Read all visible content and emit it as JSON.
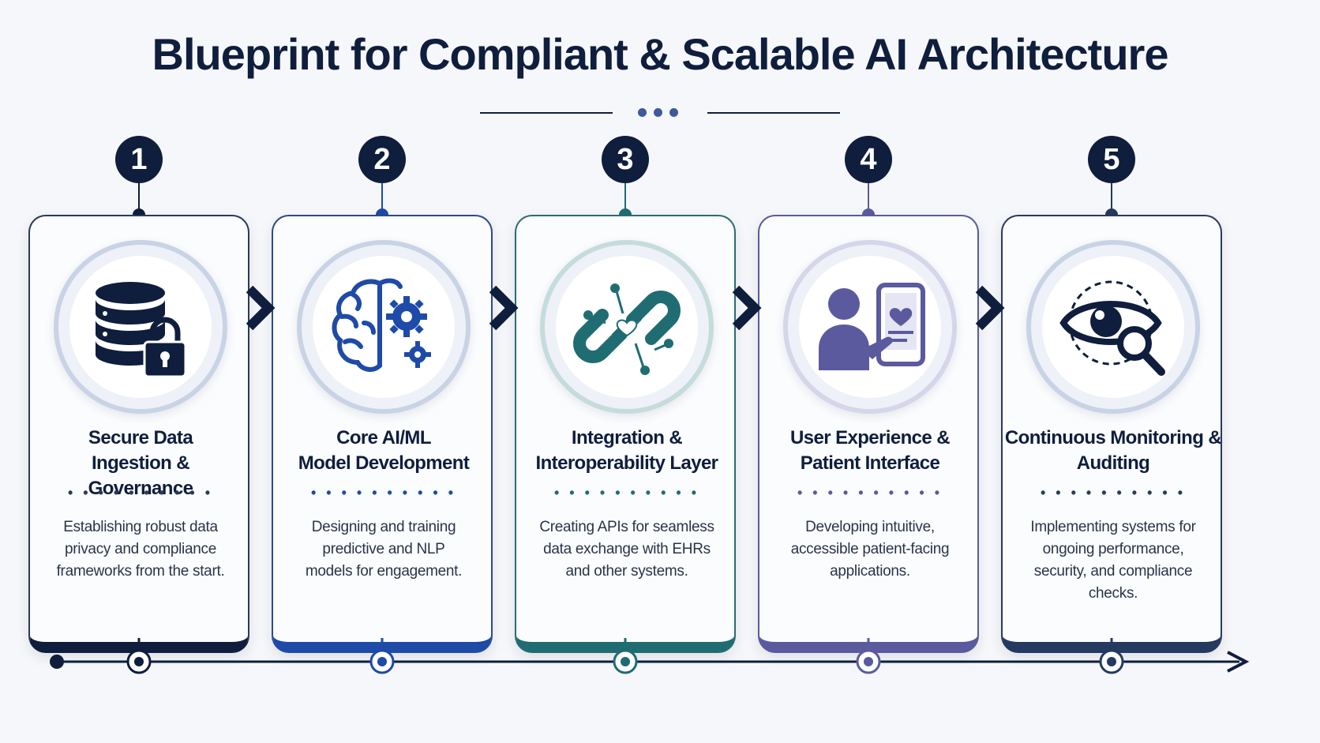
{
  "title": "Blueprint for Compliant & Scalable AI Architecture",
  "colors": {
    "navy": "#0f1e3d",
    "step1_accent": "#0f1e3d",
    "step2_accent": "#1e4aa8",
    "step3_accent": "#1f6d72",
    "step4_accent": "#5b5a9e",
    "step5_accent": "#243a60"
  },
  "steps": [
    {
      "number": "1",
      "title_line1": "Secure Data",
      "title_line2": "Ingestion & Governance",
      "dots": "• • •  • • • • • • •",
      "desc_line1": "Establishing robust data",
      "desc_line2": "privacy and compliance",
      "desc_line3": "frameworks from the start.",
      "desc_line4": "",
      "icon": "database-lock-icon"
    },
    {
      "number": "2",
      "title_line1": "Core AI/ML",
      "title_line2": "Model Development",
      "dots": "• • •  • • • • • • •",
      "desc_line1": "Designing and training",
      "desc_line2": "predictive and NLP",
      "desc_line3": "models for engagement.",
      "desc_line4": "",
      "icon": "brain-gear-icon"
    },
    {
      "number": "3",
      "title_line1": "Integration &",
      "title_line2": "Interoperability Layer",
      "dots": "• • •  • • • • • • •",
      "desc_line1": "Creating APIs for seamless",
      "desc_line2": "data exchange with EHRs",
      "desc_line3": "and other systems.",
      "desc_line4": "",
      "icon": "chain-link-icon"
    },
    {
      "number": "4",
      "title_line1": "User Experience &",
      "title_line2": "Patient Interface",
      "dots": "• • •  • • • • • • •",
      "desc_line1": "Developing intuitive,",
      "desc_line2": "accessible patient-facing",
      "desc_line3": "applications.",
      "desc_line4": "",
      "icon": "user-tablet-icon"
    },
    {
      "number": "5",
      "title_line1": "Continuous Monitoring &",
      "title_line2": "Auditing",
      "dots": "• • •  • • • • • • •",
      "desc_line1": "Implementing systems for",
      "desc_line2": "ongoing performance,",
      "desc_line3": "security, and compliance",
      "desc_line4": "checks.",
      "icon": "eye-magnifier-icon"
    }
  ]
}
